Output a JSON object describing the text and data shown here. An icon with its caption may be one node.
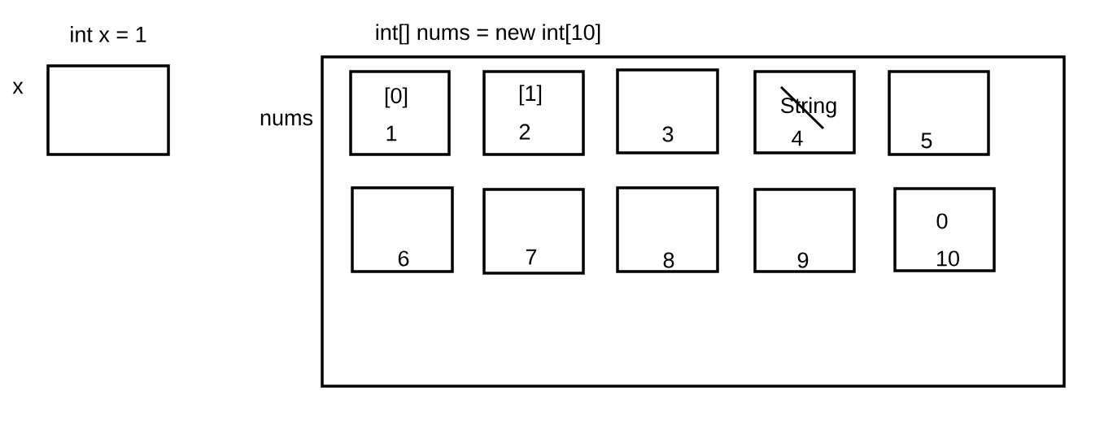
{
  "diagram": {
    "nodes": [
      {
        "text": [
          "int x = 1"
        ],
        "beside": [
          "x"
        ]
      },
      {
        "text": [
          "int[] nums = new int[10]"
        ],
        "beside": [
          "nums"
        ]
      },
      {
        "text": [
          "[0]",
          "1"
        ],
        "in": 1
      },
      {
        "text": [
          "[1]",
          "2"
        ],
        "in": 1
      },
      {
        "text": [
          "3"
        ],
        "in": 1
      },
      {
        "text": [
          "String",
          "4"
        ],
        "in": 1
      },
      {
        "text": [
          "5"
        ],
        "in": 1
      },
      {
        "text": [
          "6"
        ],
        "in": 1
      },
      {
        "text": [
          "7"
        ],
        "in": 1
      },
      {
        "text": [
          "8"
        ],
        "in": 1
      },
      {
        "text": [
          "9"
        ],
        "in": 1
      },
      {
        "text": [
          "0",
          "10"
        ],
        "in": 1
      }
    ]
  }
}
